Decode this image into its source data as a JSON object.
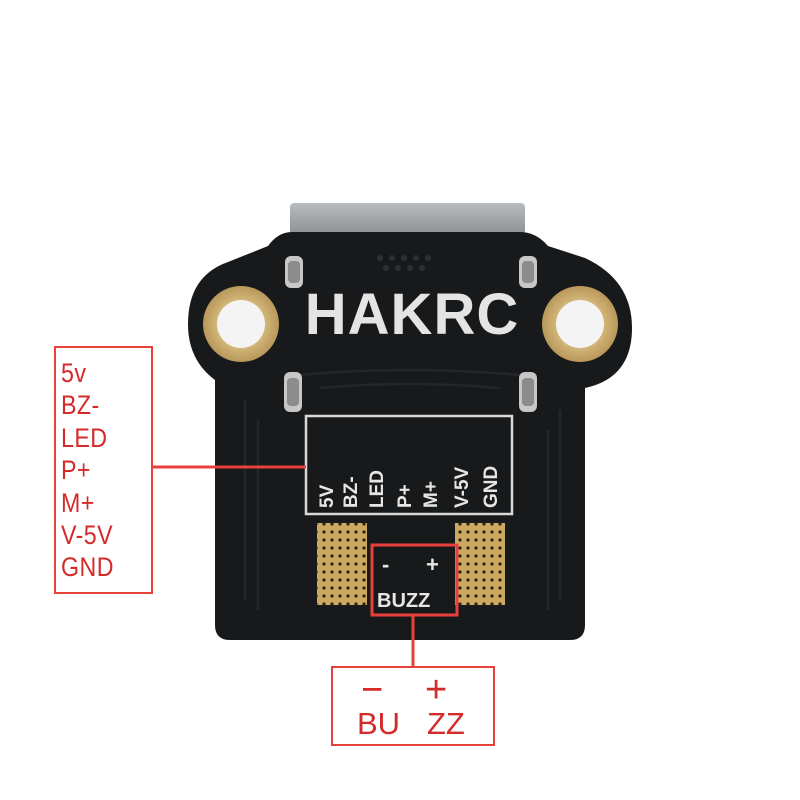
{
  "board": {
    "logo": "HAKRC",
    "silkscreen": [
      "5V",
      "BZ-",
      "LED",
      "P+",
      "M+",
      "V-5V",
      "GND"
    ],
    "buzz_pads": {
      "minus": "-",
      "plus": "+",
      "label": "BUZZ"
    }
  },
  "pin_labels": [
    "5v",
    "BZ-",
    "LED",
    "P+",
    "M+",
    "V-5V",
    "GND"
  ],
  "buzz_callout": {
    "minus": "−",
    "plus": "+",
    "left": "BU",
    "right": "ZZ"
  },
  "colors": {
    "annotation": "#e8413c",
    "annotation_text": "#d42a2a",
    "pcb": "#17191b",
    "gold": "#c9a86a",
    "silkscreen": "#e4e4e4"
  }
}
